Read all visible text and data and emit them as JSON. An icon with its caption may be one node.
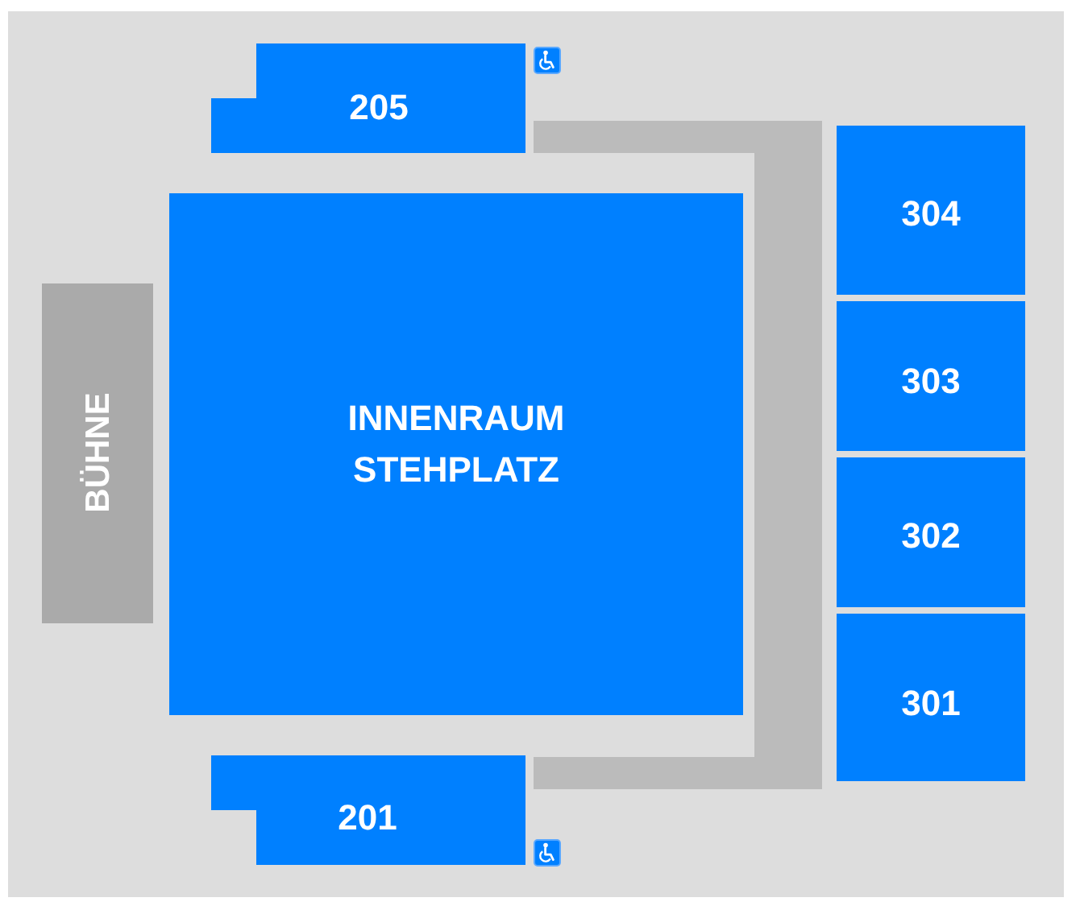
{
  "diagram": {
    "nodes": [
      {
        "text": [
          "205"
        ]
      },
      {
        "text": [
          "BÜHNE"
        ]
      },
      {
        "text": [
          "INNENRAUM STEHPLATZ"
        ]
      },
      {
        "text": [],
        "shape": "box"
      },
      {
        "text": [
          "304"
        ]
      },
      {
        "text": [
          "303"
        ]
      },
      {
        "text": [
          "302"
        ]
      },
      {
        "text": [
          "301"
        ]
      },
      {
        "text": [
          "201"
        ]
      }
    ]
  }
}
